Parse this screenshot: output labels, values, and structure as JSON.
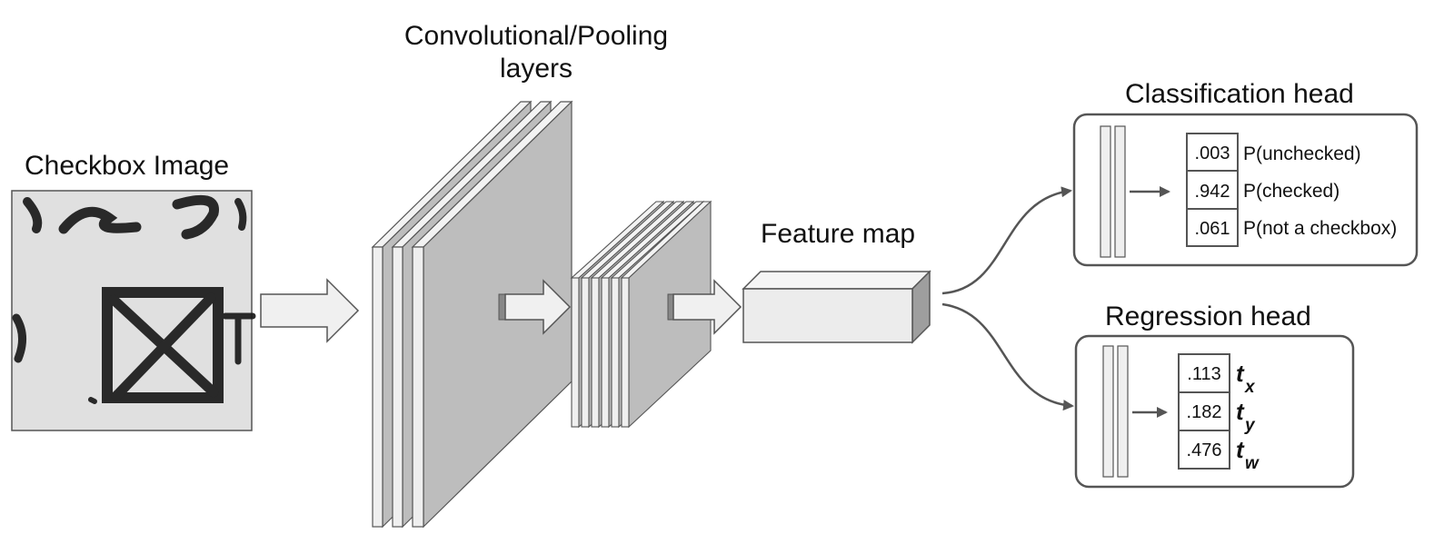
{
  "labels": {
    "input": "Checkbox Image",
    "conv_line1": "Convolutional/Pooling",
    "conv_line2": "layers",
    "feature_map": "Feature map",
    "classification": "Classification head",
    "regression": "Regression head"
  },
  "classification_head": {
    "outputs": [
      {
        "value": ".003",
        "label": "P(unchecked)"
      },
      {
        "value": ".942",
        "label": "P(checked)"
      },
      {
        "value": ".061",
        "label": "P(not a checkbox)"
      }
    ]
  },
  "regression_head": {
    "outputs": [
      {
        "value": ".113",
        "symbol": "t",
        "sub": "x"
      },
      {
        "value": ".182",
        "symbol": "t",
        "sub": "y"
      },
      {
        "value": ".476",
        "symbol": "t",
        "sub": "w"
      }
    ]
  },
  "colors": {
    "stroke": "#555555",
    "layer_light": "#efefef",
    "layer_dark": "#bdbdbd",
    "arrow_fill": "#f0f0f0",
    "connector": "#555555"
  }
}
